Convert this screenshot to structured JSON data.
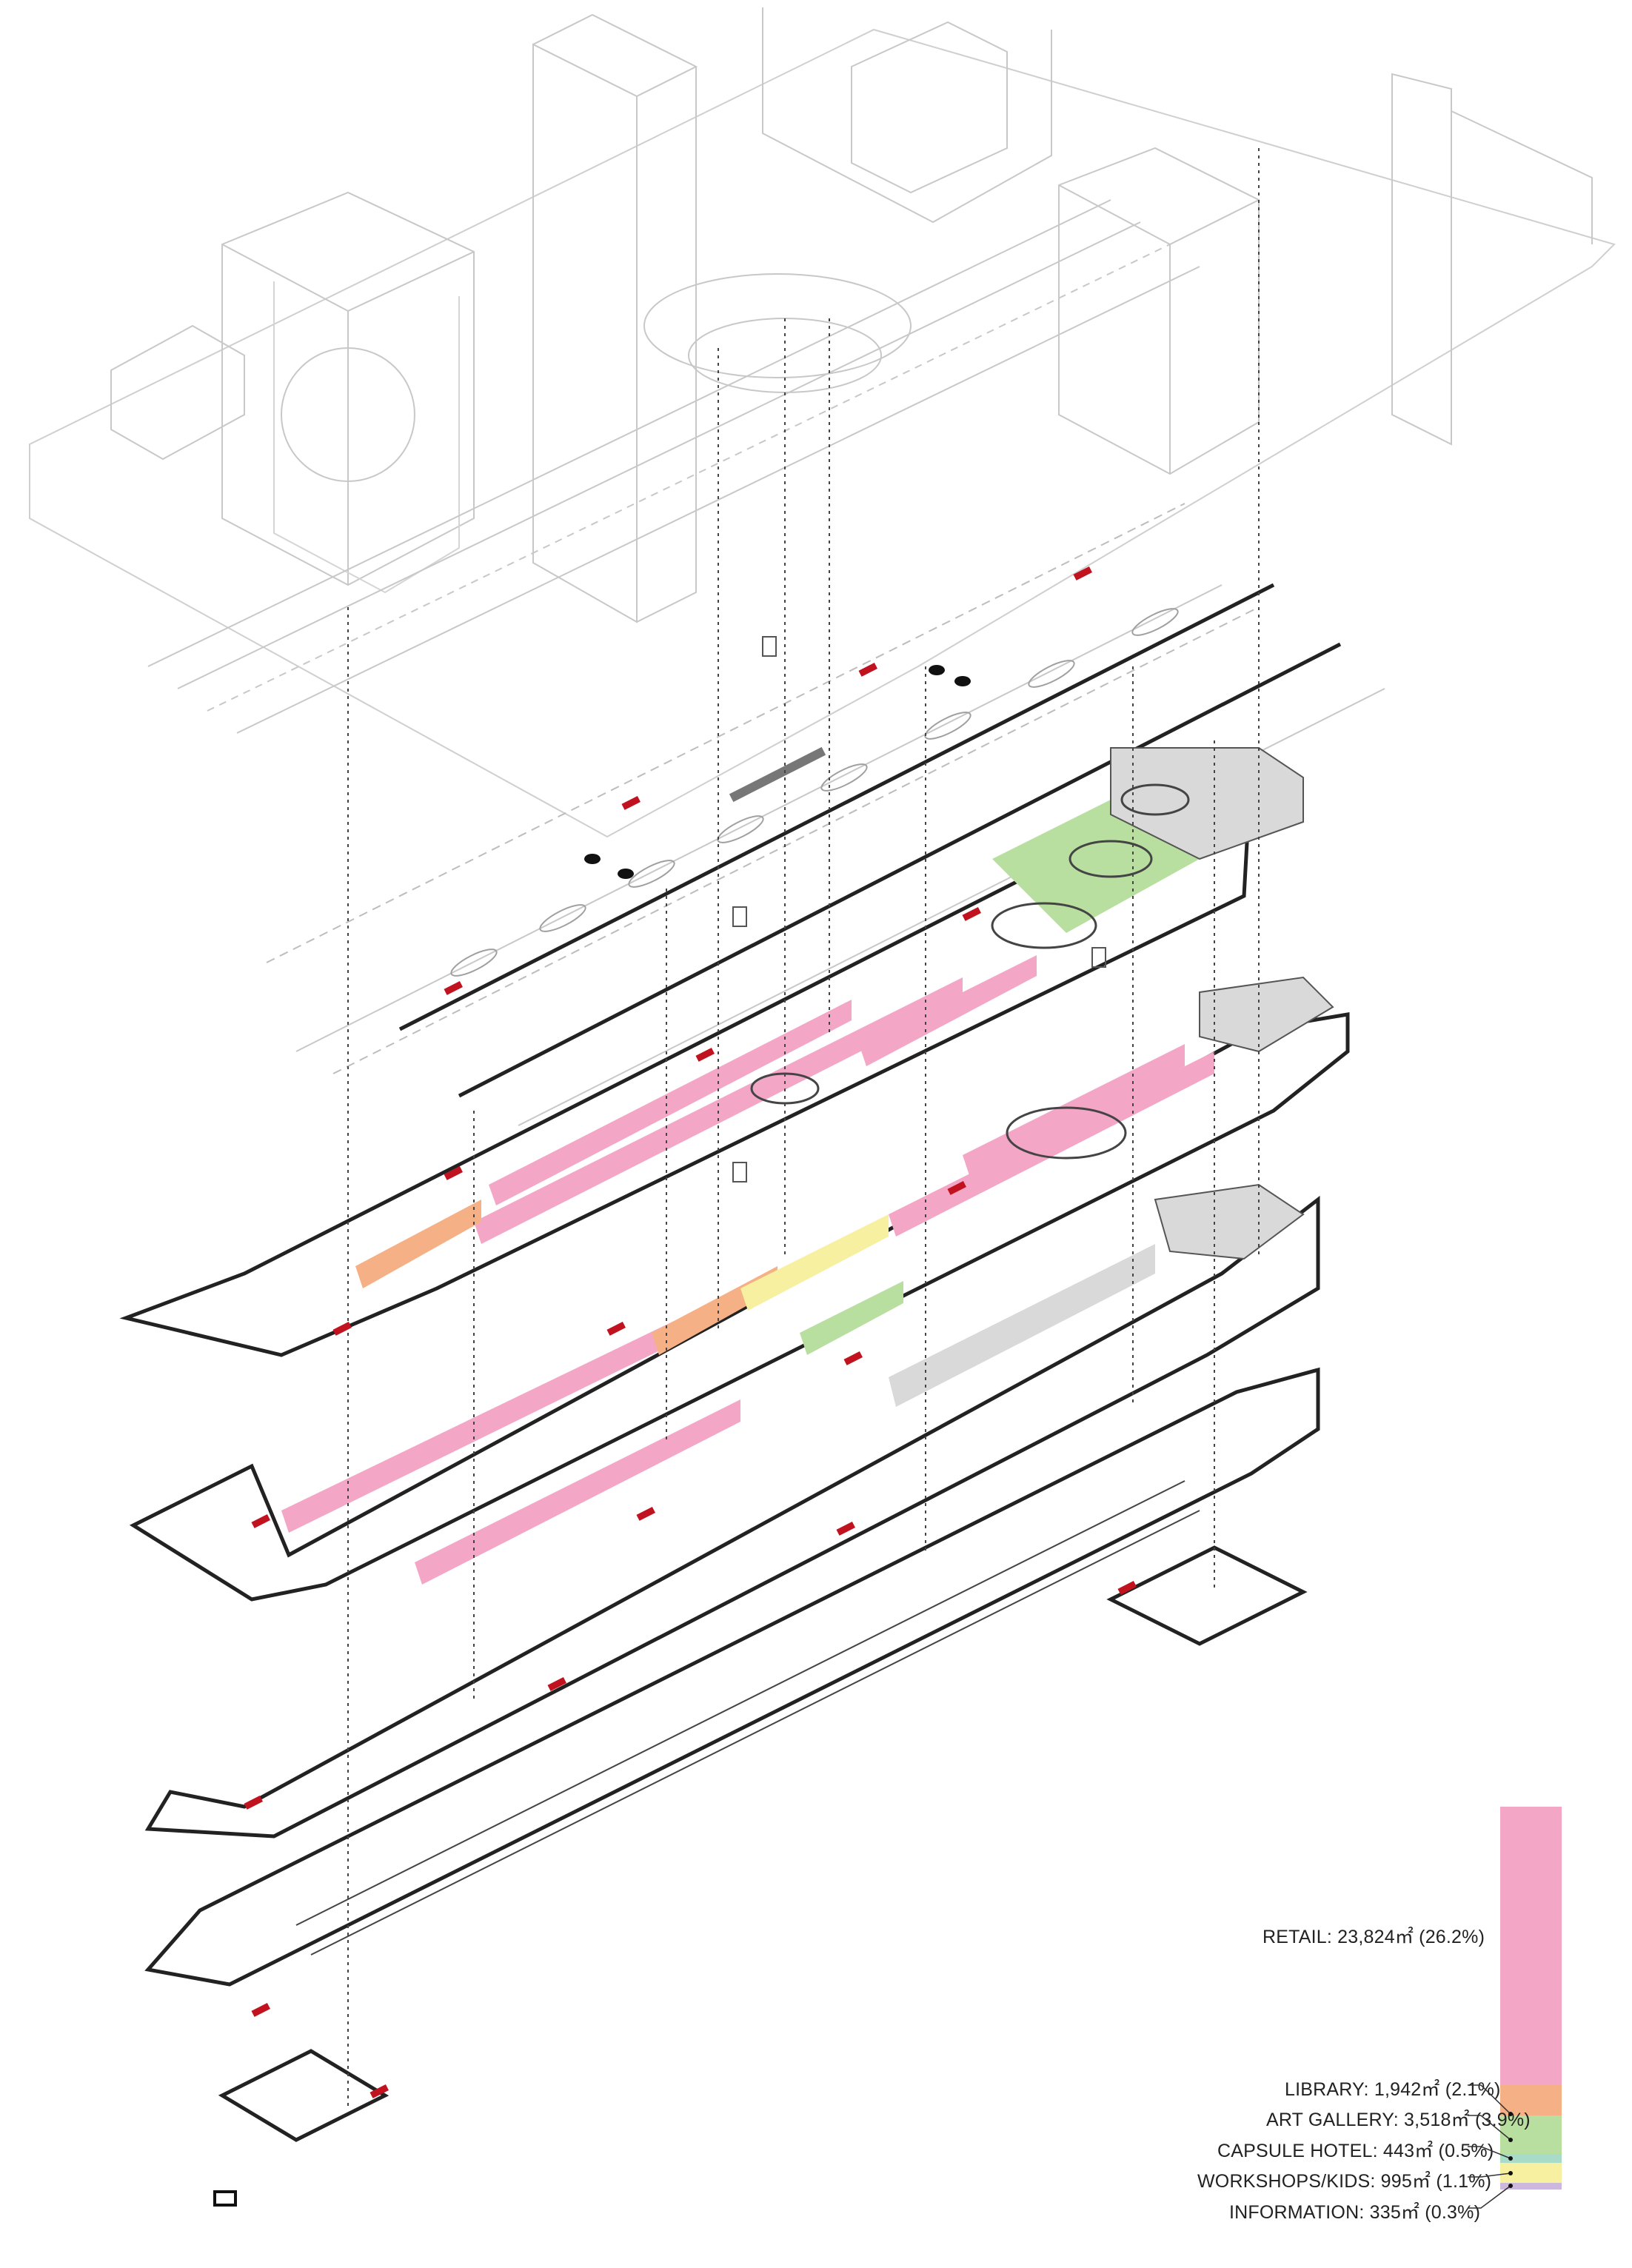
{
  "legend": {
    "items": [
      {
        "key": "retail",
        "label": "RETAIL: 23,824㎡ (26.2%)",
        "color": "#f4a6c6",
        "percent": 26.2
      },
      {
        "key": "library",
        "label": "LIBRARY: 1,942㎡ (2.1%)",
        "color": "#f6b085",
        "percent": 2.1
      },
      {
        "key": "art_gallery",
        "label": "ART GALLERY: 3,518㎡ (3.9%)",
        "color": "#b9dfa0",
        "percent": 3.9
      },
      {
        "key": "capsule_hotel",
        "label": "CAPSULE HOTEL: 443㎡ (0.5%)",
        "color": "#a8dcc8",
        "percent": 0.5
      },
      {
        "key": "workshops_kids",
        "label": "WORKSHOPS/KIDS: 995㎡ (1.1%)",
        "color": "#f6f0a0",
        "percent": 1.1
      },
      {
        "key": "information",
        "label": "INFORMATION: 335㎡ (0.3%)",
        "color": "#cbb8dc",
        "percent": 0.3
      }
    ]
  },
  "colors": {
    "line": "#222222",
    "thin_line": "#9a9a9a",
    "ghost_line": "#c8c8c8",
    "hatch": "#b5b5b5",
    "red_marker": "#c1121f",
    "retail": "#f4a6c6",
    "library": "#f6b085",
    "art_gallery": "#b9dfa0",
    "workshops_kids": "#f6f0a0",
    "grey_zone": "#d9d9d9"
  },
  "icons": [
    "escalator-icon",
    "restroom-icon",
    "accessible-icon",
    "elevator-icon"
  ]
}
